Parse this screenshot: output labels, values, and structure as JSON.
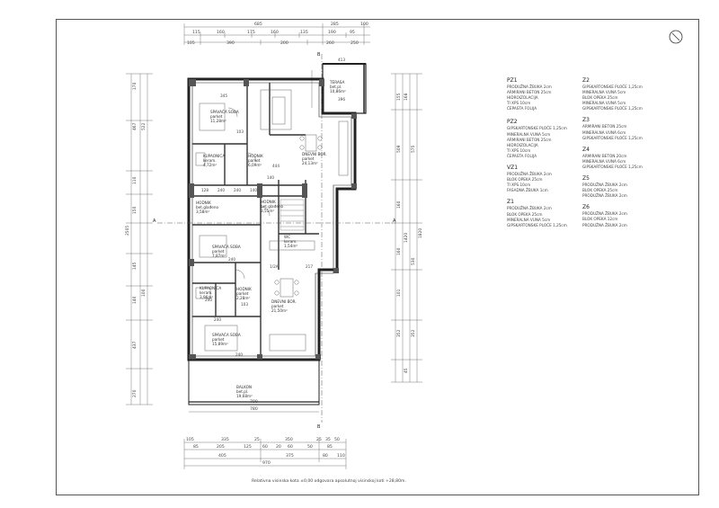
{
  "plan": {
    "rooms": [
      {
        "name": "TERASA",
        "floor": "bet.pl.",
        "area": "10,86m²"
      },
      {
        "name": "SPAVAĆA SOBA",
        "floor": "parket",
        "area": "11,28m²"
      },
      {
        "name": "HODNIK",
        "floor": "parket",
        "area": "6,09m²"
      },
      {
        "name": "DNEVNI BOR.",
        "floor": "parket",
        "area": "24,13m²"
      },
      {
        "name": "KUPAONICA",
        "floor": "keram.",
        "area": "4,72m²"
      },
      {
        "name": "HODNIK",
        "floor": "bet.glađeno",
        "area": "3,58m²"
      },
      {
        "name": "HODNIK",
        "floor": "bet.glađeno",
        "area": "3,51m²"
      },
      {
        "name": "SPAVAĆA SOBA",
        "floor": "parket",
        "area": "7,87m²"
      },
      {
        "name": "WC",
        "floor": "keram.",
        "area": "1,54m²"
      },
      {
        "name": "KUPAONICA",
        "floor": "keram.",
        "area": "3,96m²"
      },
      {
        "name": "HODNIK",
        "floor": "parket",
        "area": "2,28m²"
      },
      {
        "name": "SPAVAĆA SOBA",
        "floor": "parket",
        "area": "15,89m²"
      },
      {
        "name": "DNEVNI BOR.",
        "floor": "parket",
        "area": "21,50m²"
      },
      {
        "name": "BALKON",
        "floor": "bet.pl.",
        "area": "19,68m²"
      }
    ],
    "dims_top_1": [
      "685",
      "285",
      "100"
    ],
    "dims_top_2": [
      "115",
      "160",
      "175",
      "160",
      "135",
      "190",
      "95"
    ],
    "dims_top_3": [
      "105",
      "390",
      "200",
      "260",
      "250"
    ],
    "dims_bottom_1": [
      "105",
      "335",
      "25",
      "350",
      "25",
      "35",
      "50"
    ],
    "dims_bottom_2": [
      "85",
      "205",
      "125",
      "60",
      "20",
      "60",
      "50",
      "85"
    ],
    "dims_bottom_3": [
      "405",
      "375",
      "80",
      "110"
    ],
    "dims_bottom_4": [
      "970"
    ],
    "balkon_dims": [
      "700",
      "780"
    ],
    "left_dims": [
      "170",
      "467",
      "522",
      "110",
      "150",
      "2505",
      "145",
      "140",
      "100",
      "437",
      "270"
    ],
    "right_dims": [
      "155",
      "168",
      "509",
      "575",
      "1820",
      "160",
      "1420",
      "160",
      "530",
      "101",
      "352",
      "352",
      "45"
    ],
    "section_marks": [
      "B",
      "A",
      "A",
      "B"
    ],
    "room_dims": [
      "413",
      "396",
      "345",
      "103",
      "444",
      "140",
      "240",
      "140",
      "128",
      "240",
      "240",
      "1/2A",
      "217",
      "240",
      "103",
      "240",
      "240"
    ]
  },
  "legend": {
    "left_column": [
      {
        "code": "PZ1",
        "lines": [
          "PRODUŽNA ŽBUKA 2cm",
          "ARMIRANI BETON 25cm",
          "HIDROIZOLACIJA",
          "TI XPS 10cm",
          "ČEPASTA FOLIJA"
        ]
      },
      {
        "code": "PZ2",
        "lines": [
          "GIPSKARTONSKE PLOČE 1,25cm",
          "MINERALNA VUNA 5cm",
          "ARMIRANI BETON 25cm",
          "HIDROIZOLACIJA",
          "TI XPS 10cm",
          "ČEPASTA FOLIJA"
        ]
      },
      {
        "code": "VZ1",
        "lines": [
          "PRODUŽNA ŽBUKA 2cm",
          "BLOK OPEKA 25cm",
          "TI XPS 10cm",
          "FASADNA ŽBUKA 1cm"
        ]
      },
      {
        "code": "Z1",
        "lines": [
          "PRODUŽNA ŽBUKA 2cm",
          "BLOK OPEKA 25cm",
          "MINERALNA VUNA 5cm",
          "GIPSKARTONSKE PLOČE 1,25cm"
        ]
      }
    ],
    "right_column": [
      {
        "code": "Z2",
        "lines": [
          "GIPSKARTONSKE PLOČE 1,25cm",
          "MINERALNA VUNA 5cm",
          "BLOK OPEKA 25cm",
          "MINERALNA VUNA 5cm",
          "GIPSKARTONSKE PLOČE 1,25cm"
        ]
      },
      {
        "code": "Z3",
        "lines": [
          "ARMIRANI BETON 25cm",
          "MINERALNA VUNA 6cm",
          "GIPSKARTONSKE PLOČE 1,25cm"
        ]
      },
      {
        "code": "Z4",
        "lines": [
          "ARMIRANI BETON 20cm",
          "MINERALNA VUNA 6cm",
          "GIPSKARTONSKE PLOČE 1,25cm"
        ]
      },
      {
        "code": "Z5",
        "lines": [
          "PRODUŽNA ŽBUKA 2cm",
          "BLOK OPEKA 25cm",
          "PRODUŽNA ŽBUKA 2cm"
        ]
      },
      {
        "code": "Z6",
        "lines": [
          "PRODUŽNA ŽBUKA 2cm",
          "BLOK OPEKA 12cm",
          "PRODUŽNA ŽBUKA 2cm"
        ]
      }
    ]
  },
  "footer": "Relativna visinska kota ±0,00 odgovara apsolutnoj visinskoj koti +28,80m.",
  "colors": {
    "line": "#222222",
    "wall": "#3a3a3a",
    "dim": "#555555",
    "paper": "#ffffff"
  }
}
